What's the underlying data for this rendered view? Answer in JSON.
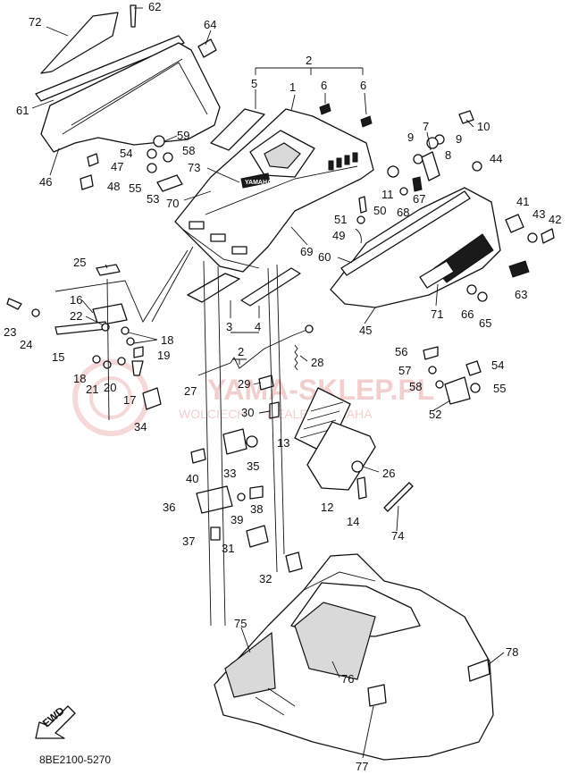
{
  "diagram_code": "8BE2100-5270",
  "fwd_label": "FWD",
  "watermark": {
    "line1": "YAMA-SKLEP.PL",
    "line2": "WOLCIECH      DEALER YAMAHA",
    "color": "#e8a8a8"
  },
  "brand_decal": "YAMAHA",
  "callouts": [
    {
      "id": "p1",
      "text": "1"
    },
    {
      "id": "p2a",
      "text": "2"
    },
    {
      "id": "p2b",
      "text": "2"
    },
    {
      "id": "p3",
      "text": "3"
    },
    {
      "id": "p4",
      "text": "4"
    },
    {
      "id": "p5",
      "text": "5"
    },
    {
      "id": "p6a",
      "text": "6"
    },
    {
      "id": "p6b",
      "text": "6"
    },
    {
      "id": "p7",
      "text": "7"
    },
    {
      "id": "p8",
      "text": "8"
    },
    {
      "id": "p9a",
      "text": "9"
    },
    {
      "id": "p9b",
      "text": "9"
    },
    {
      "id": "p10",
      "text": "10"
    },
    {
      "id": "p11",
      "text": "11"
    },
    {
      "id": "p12",
      "text": "12"
    },
    {
      "id": "p13",
      "text": "13"
    },
    {
      "id": "p14",
      "text": "14"
    },
    {
      "id": "p15",
      "text": "15"
    },
    {
      "id": "p16",
      "text": "16"
    },
    {
      "id": "p17",
      "text": "17"
    },
    {
      "id": "p18a",
      "text": "18"
    },
    {
      "id": "p18b",
      "text": "18"
    },
    {
      "id": "p19",
      "text": "19"
    },
    {
      "id": "p20",
      "text": "20"
    },
    {
      "id": "p21",
      "text": "21"
    },
    {
      "id": "p22",
      "text": "22"
    },
    {
      "id": "p23",
      "text": "23"
    },
    {
      "id": "p24",
      "text": "24"
    },
    {
      "id": "p25",
      "text": "25"
    },
    {
      "id": "p26",
      "text": "26"
    },
    {
      "id": "p27",
      "text": "27"
    },
    {
      "id": "p28",
      "text": "28"
    },
    {
      "id": "p29",
      "text": "29"
    },
    {
      "id": "p30",
      "text": "30"
    },
    {
      "id": "p31",
      "text": "31"
    },
    {
      "id": "p32",
      "text": "32"
    },
    {
      "id": "p33",
      "text": "33"
    },
    {
      "id": "p34",
      "text": "34"
    },
    {
      "id": "p35",
      "text": "35"
    },
    {
      "id": "p36",
      "text": "36"
    },
    {
      "id": "p37",
      "text": "37"
    },
    {
      "id": "p38",
      "text": "38"
    },
    {
      "id": "p39",
      "text": "39"
    },
    {
      "id": "p40",
      "text": "40"
    },
    {
      "id": "p41",
      "text": "41"
    },
    {
      "id": "p42",
      "text": "42"
    },
    {
      "id": "p43",
      "text": "43"
    },
    {
      "id": "p44",
      "text": "44"
    },
    {
      "id": "p45",
      "text": "45"
    },
    {
      "id": "p46",
      "text": "46"
    },
    {
      "id": "p47",
      "text": "47"
    },
    {
      "id": "p48",
      "text": "48"
    },
    {
      "id": "p49",
      "text": "49"
    },
    {
      "id": "p50",
      "text": "50"
    },
    {
      "id": "p51",
      "text": "51"
    },
    {
      "id": "p52",
      "text": "52"
    },
    {
      "id": "p53",
      "text": "53"
    },
    {
      "id": "p54a",
      "text": "54"
    },
    {
      "id": "p54b",
      "text": "54"
    },
    {
      "id": "p55a",
      "text": "55"
    },
    {
      "id": "p55b",
      "text": "55"
    },
    {
      "id": "p56",
      "text": "56"
    },
    {
      "id": "p57",
      "text": "57"
    },
    {
      "id": "p58a",
      "text": "58"
    },
    {
      "id": "p58b",
      "text": "58"
    },
    {
      "id": "p59",
      "text": "59"
    },
    {
      "id": "p60",
      "text": "60"
    },
    {
      "id": "p61",
      "text": "61"
    },
    {
      "id": "p62",
      "text": "62"
    },
    {
      "id": "p63",
      "text": "63"
    },
    {
      "id": "p64",
      "text": "64"
    },
    {
      "id": "p65",
      "text": "65"
    },
    {
      "id": "p66",
      "text": "66"
    },
    {
      "id": "p67",
      "text": "67"
    },
    {
      "id": "p68",
      "text": "68"
    },
    {
      "id": "p69",
      "text": "69"
    },
    {
      "id": "p70",
      "text": "70"
    },
    {
      "id": "p71",
      "text": "71"
    },
    {
      "id": "p72",
      "text": "72"
    },
    {
      "id": "p73",
      "text": "73"
    },
    {
      "id": "p74",
      "text": "74"
    },
    {
      "id": "p75",
      "text": "75"
    },
    {
      "id": "p76",
      "text": "76"
    },
    {
      "id": "p77",
      "text": "77"
    },
    {
      "id": "p78",
      "text": "78"
    }
  ]
}
